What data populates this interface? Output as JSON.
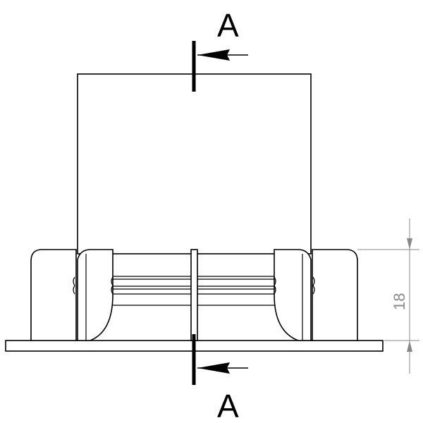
{
  "section_marker_top": "A",
  "section_marker_bottom": "A",
  "dimension_value": "18"
}
